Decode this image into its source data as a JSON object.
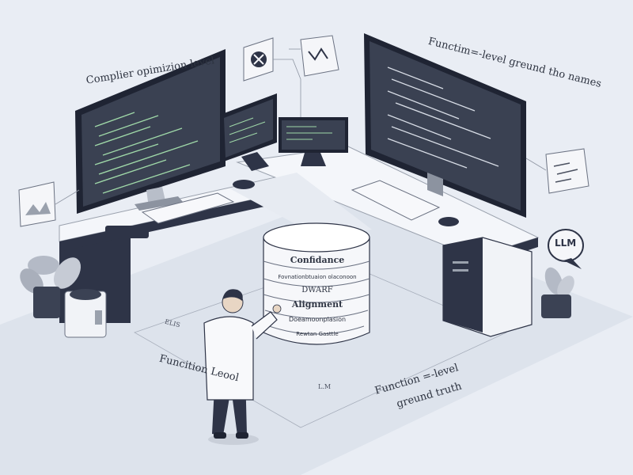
{
  "labels": {
    "compiler_optimization": "Complier opimizion level",
    "function_level_names": "Functim=-level greund tho names",
    "function_level_bottom": "Funcition Leool",
    "function_level_truth_line1": "Function =-level",
    "function_level_truth_line2": "greund truth",
    "small_left": "ELIS",
    "small_mid": "L.M"
  },
  "cylinder": {
    "layers": [
      "Confidance",
      "Fovnationbtuaion olaconoon",
      "DWARF",
      "Alignment",
      "Doeamoonplasion",
      "Rewtan Gasttle"
    ]
  },
  "badges": {
    "llm": "LLM"
  },
  "colors": {
    "background": "#e9edf4",
    "floor": "#dde3ec",
    "desk_top": "#f4f6fa",
    "desk_edge": "#2e3447",
    "screen": "#3a4152",
    "code_green": "#9fd8a8"
  }
}
